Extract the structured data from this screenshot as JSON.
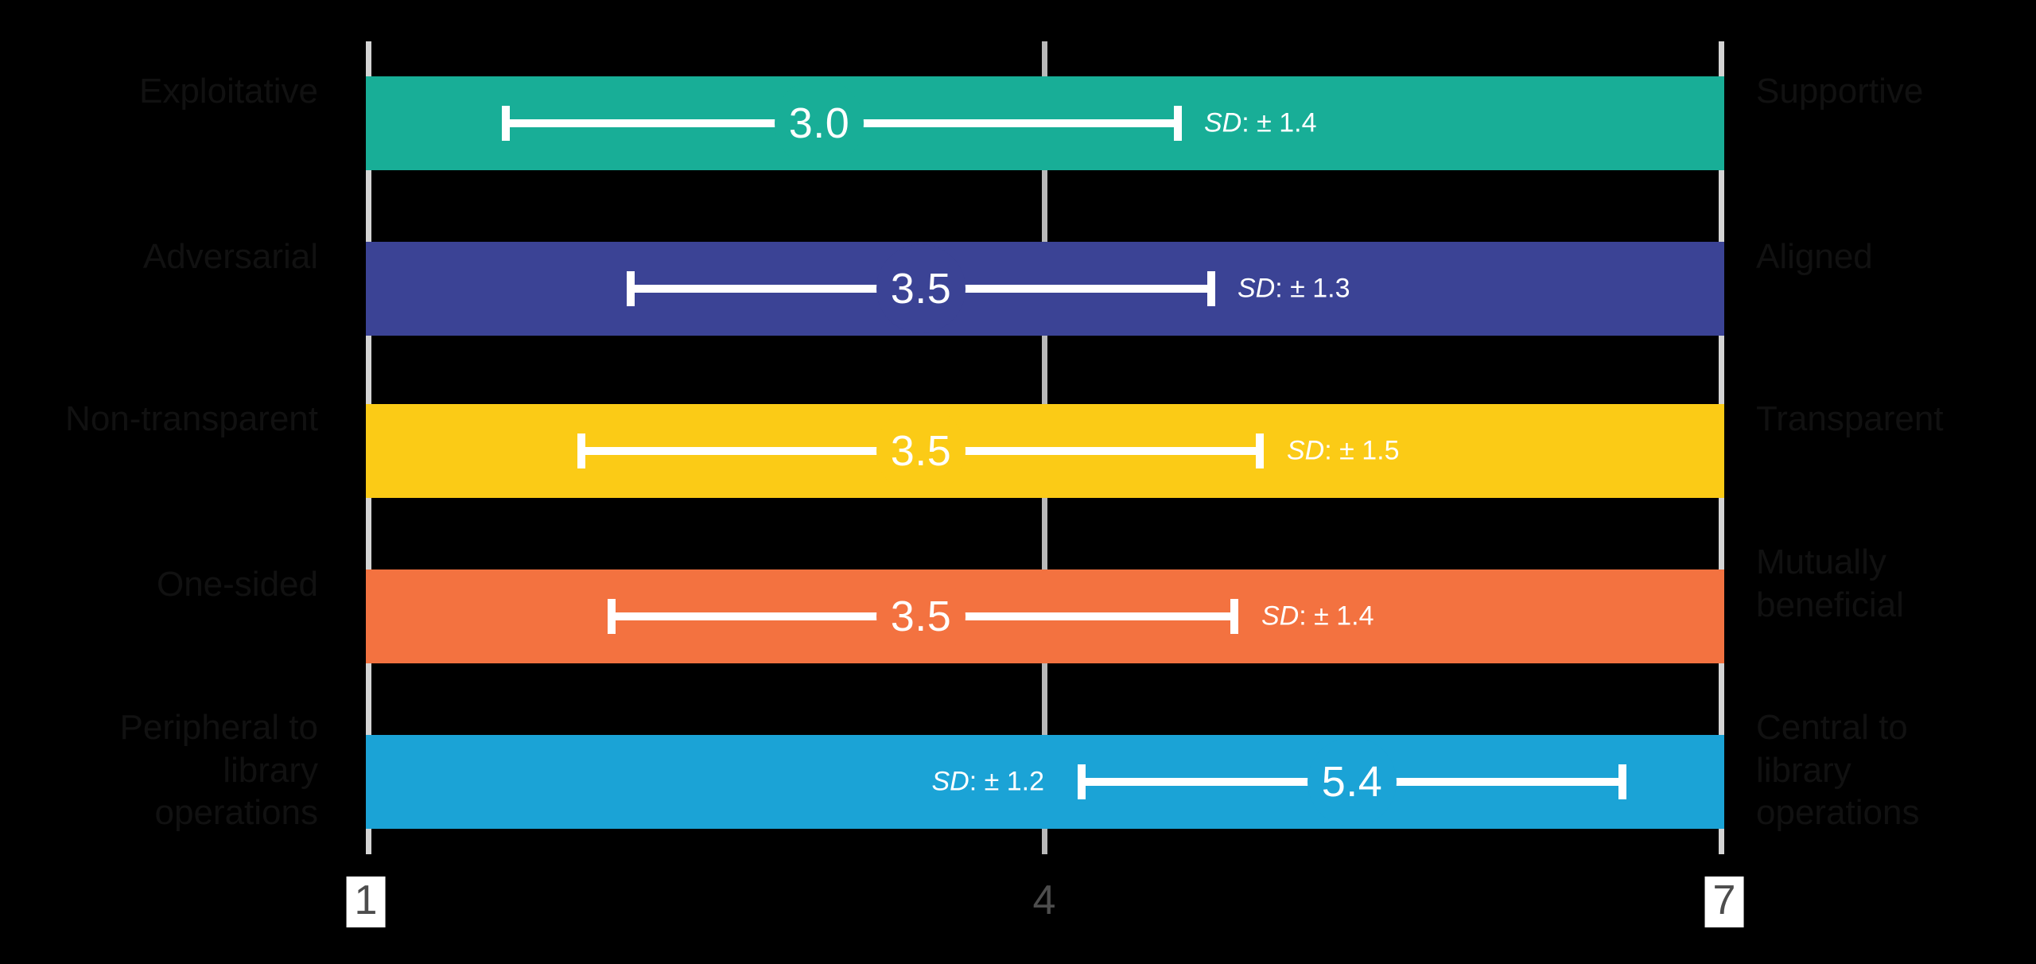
{
  "chart_data": {
    "type": "bar",
    "title": "",
    "subtitle": "",
    "xlabel": "",
    "ylabel": "",
    "xlim": [
      1,
      7
    ],
    "grid": false,
    "legend": "none",
    "axis_ticks": [
      {
        "value": 1,
        "label": "1",
        "boxed": true
      },
      {
        "value": 4,
        "label": "4",
        "boxed": false
      },
      {
        "value": 7,
        "label": "7",
        "boxed": true
      }
    ],
    "sd_prefix": "SD",
    "sd_separator": ": ± ",
    "categories": [
      "Exploitative – Supportive",
      "Adversarial – Aligned",
      "Non-transparent – Transparent",
      "One-sided – Mutually beneficial",
      "Peripheral to library operations – Central to library operations"
    ],
    "values": [
      3.0,
      3.5,
      3.5,
      3.5,
      5.4
    ],
    "sd": [
      1.4,
      1.3,
      1.5,
      1.4,
      1.2
    ],
    "rows": [
      {
        "left_label": "Exploitative",
        "right_label": "Supportive",
        "mean": 3.0,
        "mean_label": "3.0",
        "sd": 1.4,
        "sd_label": "1.4",
        "sd_side": "right",
        "color": "#18AE97"
      },
      {
        "left_label": "Adversarial",
        "right_label": "Aligned",
        "mean": 3.5,
        "mean_label": "3.5",
        "sd": 1.3,
        "sd_label": "1.3",
        "sd_side": "right",
        "color": "#3B4395"
      },
      {
        "left_label": "Non-transparent",
        "right_label": "Transparent",
        "mean": 3.5,
        "mean_label": "3.5",
        "sd": 1.5,
        "sd_label": "1.5",
        "sd_side": "right",
        "color": "#FBCB16"
      },
      {
        "left_label": "One-sided",
        "right_label": "Mutually\nbeneficial",
        "mean": 3.5,
        "mean_label": "3.5",
        "sd": 1.4,
        "sd_label": "1.4",
        "sd_side": "right",
        "color": "#F37240"
      },
      {
        "left_label": "Peripheral to\nlibrary\noperations",
        "right_label": "Central to\nlibrary\noperations",
        "mean": 5.4,
        "mean_label": "5.4",
        "sd": 1.2,
        "sd_label": "1.2",
        "sd_side": "left",
        "color": "#1BA3D6"
      }
    ],
    "colors": {
      "background": "#000000",
      "axis": "#d4d4d4",
      "axis_mid": "#b9b9b9",
      "errorbar": "#ffffff",
      "bubble_text": "#ffffff",
      "tick_text": "#4d4d4d",
      "tick_box": "#ffffff",
      "side_label_text": "#111111"
    }
  }
}
